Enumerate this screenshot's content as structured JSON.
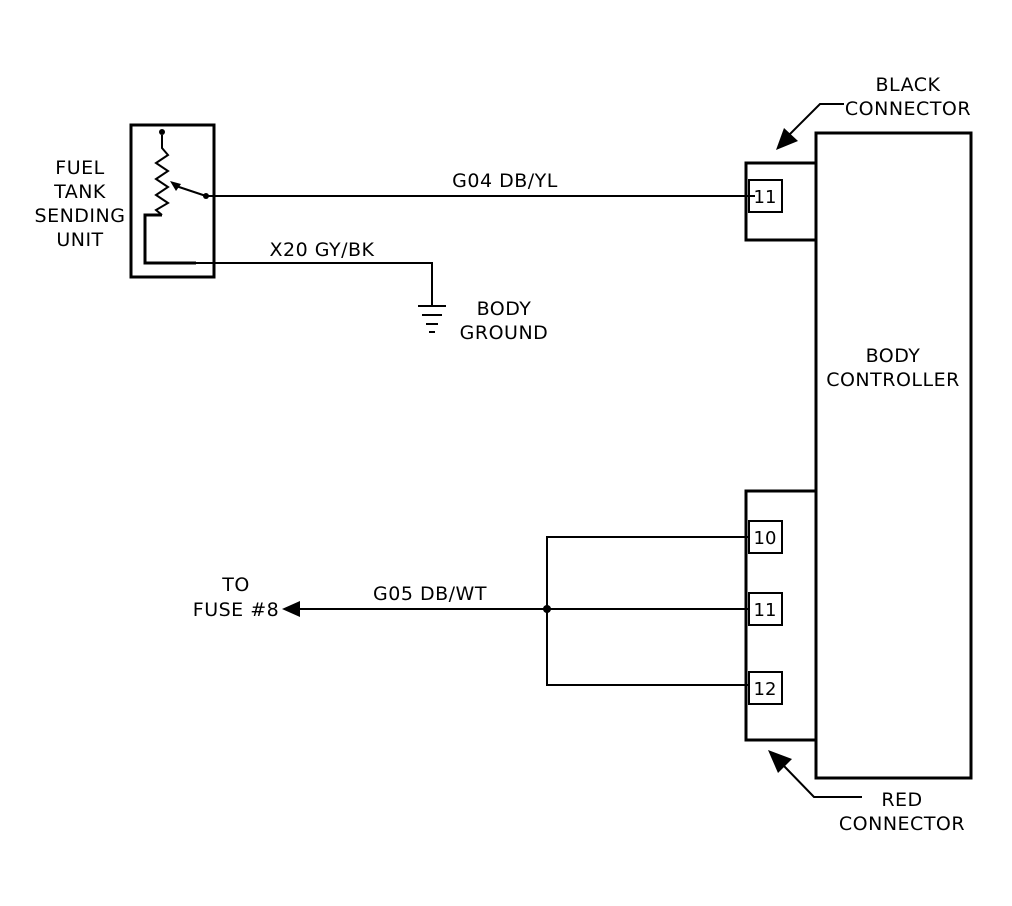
{
  "components": {
    "sending_unit": [
      "FUEL",
      "TANK",
      "SENDING",
      "UNIT"
    ],
    "body_controller": [
      "BODY",
      "CONTROLLER"
    ],
    "body_ground": [
      "BODY",
      "GROUND"
    ],
    "black_connector": [
      "BLACK",
      "CONNECTOR"
    ],
    "red_connector": [
      "RED",
      "CONNECTOR"
    ],
    "fuse": [
      "TO",
      "FUSE #8"
    ]
  },
  "wires": {
    "sensor_signal": "G04 DB/YL",
    "ground": "X20 GY/BK",
    "fuse_feed": "G05 DB/WT"
  },
  "pins": {
    "black_11": "11",
    "red_10": "10",
    "red_11": "11",
    "red_12": "12"
  }
}
